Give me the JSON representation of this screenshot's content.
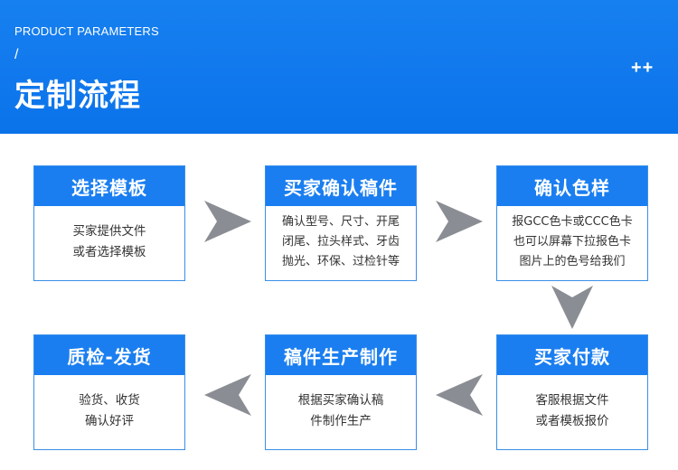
{
  "header": {
    "subtitle": "PRODUCT PARAMETERS",
    "slash": "/",
    "title": "定制流程",
    "plus": "++"
  },
  "steps": [
    {
      "title": "选择模板",
      "lines": [
        "买家提供文件",
        "或者选择模板"
      ]
    },
    {
      "title": "买家确认稿件",
      "lines": [
        "确认型号、尺寸、开尾",
        "闭尾、拉头样式、牙齿",
        "抛光、环保、过检针等"
      ]
    },
    {
      "title": "确认色样",
      "lines": [
        "报GCC色卡或CCC色卡",
        "也可以屏幕下拉报色卡",
        "图片上的色号给我们"
      ]
    },
    {
      "title": "买家付款",
      "lines": [
        "客服根据文件",
        "或者模板报价"
      ]
    },
    {
      "title": "稿件生产制作",
      "lines": [
        "根据买家确认稿",
        "件制作生产"
      ]
    },
    {
      "title": "质检-发货",
      "lines": [
        "验货、收货",
        "确认好评"
      ]
    }
  ],
  "colors": {
    "header_bg": "#0b73ea",
    "step_caption_bg": "#1a7ef0",
    "step_border": "#3a8fe8",
    "arrow": "#8a8d93"
  }
}
